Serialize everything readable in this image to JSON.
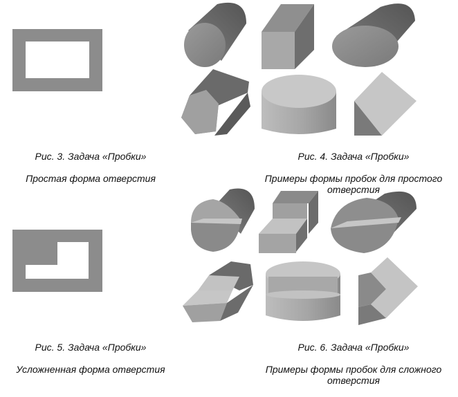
{
  "figures": {
    "fig3": {
      "caption_title": "Рис. 3. Задача «Пробки»",
      "caption_text": "Простая форма отверстия"
    },
    "fig4": {
      "caption_title": "Рис. 4. Задача «Пробки»",
      "caption_text": "Примеры формы пробок для простого отверстия"
    },
    "fig5": {
      "caption_title": "Рис. 5. Задача «Пробки»",
      "caption_text": "Усложненная форма отверстия"
    },
    "fig6": {
      "caption_title": "Рис. 6. Задача «Пробки»",
      "caption_text": "Примеры формы пробок для сложного отверстия"
    }
  },
  "colors": {
    "plate": "#8c8c8c",
    "shape_light": "#c4c4c4",
    "shape_mid": "#a2a2a2",
    "shape_dark": "#6e6e6e"
  }
}
